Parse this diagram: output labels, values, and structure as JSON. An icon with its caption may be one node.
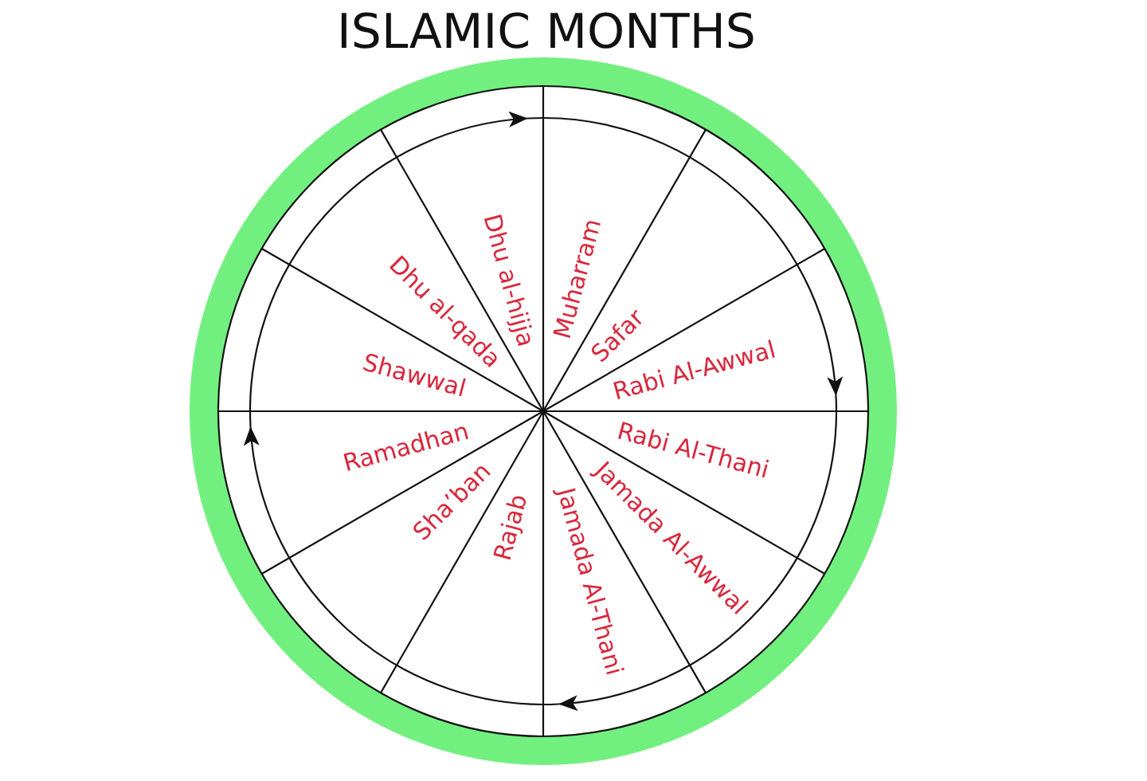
{
  "diagram": {
    "title": "ISLAMIC MONTHS",
    "nodes": [
      {
        "text": [],
        "shape": "circle"
      },
      {
        "text": [
          "Muharram"
        ],
        "in": 0
      },
      {
        "text": [
          "Safar"
        ],
        "in": 0
      },
      {
        "text": [
          "Rabi Al-Awwal"
        ],
        "in": 0
      },
      {
        "text": [
          "Rabi Al-Thani"
        ],
        "in": 0
      },
      {
        "text": [
          "Jamada Al-Awwal"
        ],
        "in": 0
      },
      {
        "text": [
          "Jamada Al-Thani"
        ],
        "in": 0
      },
      {
        "text": [
          "Rajab"
        ],
        "in": 0
      },
      {
        "text": [
          "Sha’ban"
        ],
        "in": 0
      },
      {
        "text": [
          "Ramadhan"
        ],
        "in": 0
      },
      {
        "text": [
          "Shawwal"
        ],
        "in": 0
      },
      {
        "text": [
          "Dhu al-qada"
        ],
        "in": 0
      },
      {
        "text": [
          "Dhu al-hijja"
        ],
        "in": 0
      }
    ]
  }
}
